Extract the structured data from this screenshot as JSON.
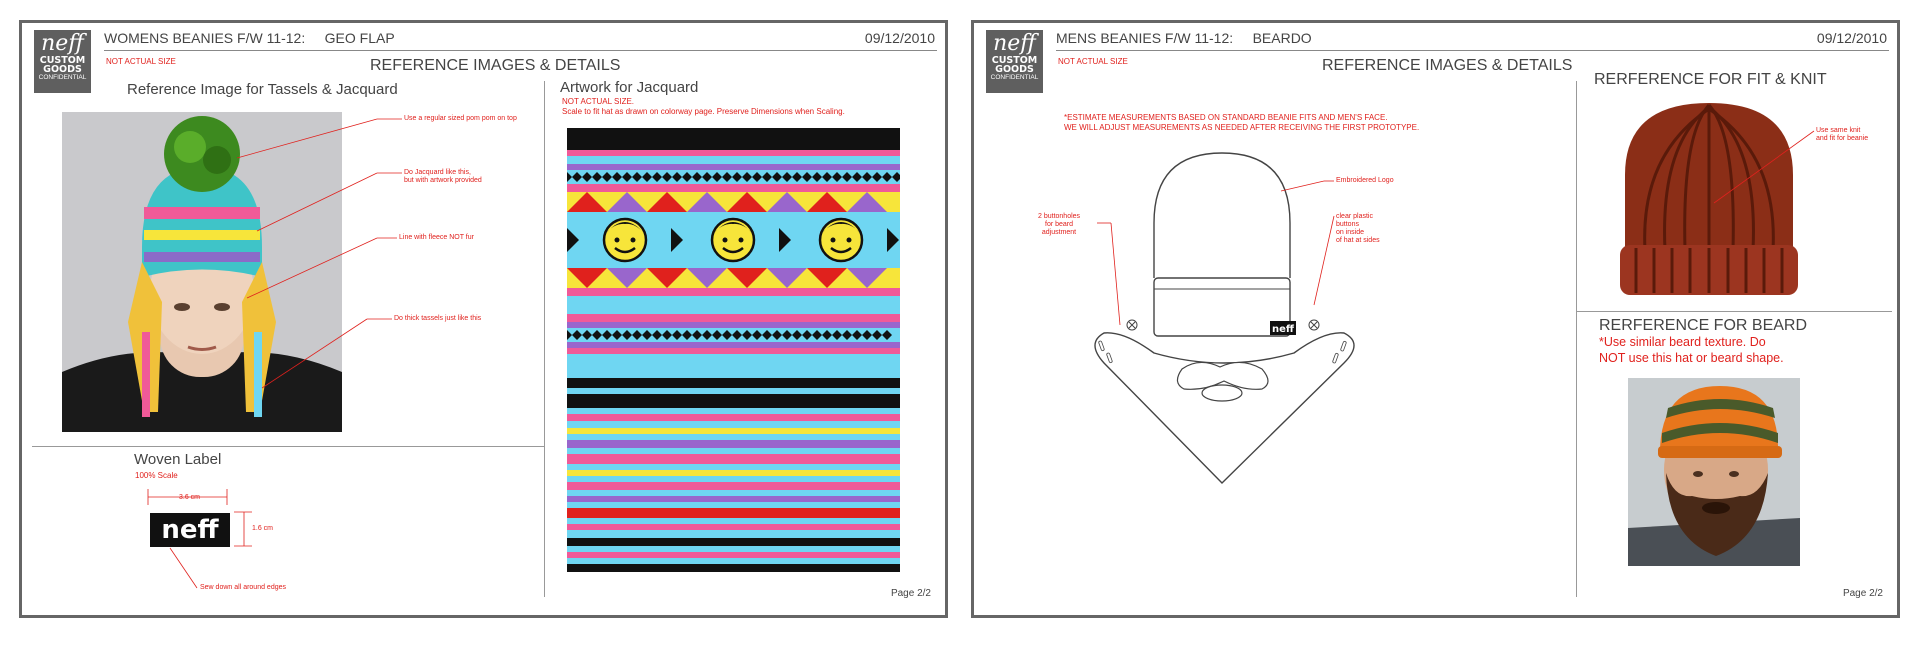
{
  "left": {
    "logo": {
      "script": "neff",
      "line1": "CUSTOM",
      "line2": "GOODS",
      "line3": "CONFIDENTIAL"
    },
    "header_title": "WOMENS BEANIES F/W 11-12:     GEO FLAP",
    "date": "09/12/2010",
    "not_actual_size": "NOT ACTUAL SIZE",
    "section_title": "REFERENCE IMAGES & DETAILS",
    "ref_title": "Reference Image for Tassels & Jacquard",
    "callouts": [
      "Use a regular sized pom pom on top",
      "Do Jacquard like this,",
      "but with artwork provided",
      "Line with fleece NOT fur",
      "Do thick tassels just like this"
    ],
    "artwork_title": "Artwork for Jacquard",
    "artwork_note1": "NOT ACTUAL SIZE.",
    "artwork_note2": "Scale to fit hat as drawn on colorway page.  Preserve Dimensions when Scaling.",
    "woven_title": "Woven Label",
    "woven_scale": "100% Scale",
    "dim_width": "3.6 cm",
    "dim_height": "1.6 cm",
    "label_text": "neff",
    "sew_note": "Sew down all around edges",
    "page": "Page 2/2"
  },
  "right": {
    "logo": {
      "script": "neff",
      "line1": "CUSTOM",
      "line2": "GOODS",
      "line3": "CONFIDENTIAL"
    },
    "header_title": "MENS BEANIES F/W 11-12:     BEARDO",
    "date": "09/12/2010",
    "not_actual_size": "NOT ACTUAL SIZE",
    "section_title": "REFERENCE IMAGES & DETAILS",
    "estimate_note1": "*ESTIMATE MEASUREMENTS BASED ON STANDARD BEANIE FITS AND MEN'S FACE.",
    "estimate_note2": "WE WILL ADJUST MEASUREMENTS AS NEEDED AFTER RECEIVING THE FIRST PROTOTYPE.",
    "callout_logo": "Embroidered Logo",
    "callout_buttonholes": [
      "2 buttonholes",
      "for beard",
      "adjustment"
    ],
    "callout_buttons": [
      "clear plastic",
      "buttons",
      "on inside",
      "of hat at sides"
    ],
    "fit_title": "RERFERENCE FOR FIT & KNIT",
    "fit_callout": [
      "Use same knit",
      "and fit for beanie"
    ],
    "beard_title": "RERFERENCE FOR BEARD",
    "beard_note1": "*Use similar beard texture.  Do",
    "beard_note2": "NOT use this hat or beard shape.",
    "hat_logo": "neff",
    "page": "Page 2/2"
  },
  "colors": {
    "red": "#e0211d",
    "cyan": "#6fd6f2",
    "magenta": "#f0519b",
    "yellow": "#f7e53a",
    "purple": "#9966cc"
  }
}
